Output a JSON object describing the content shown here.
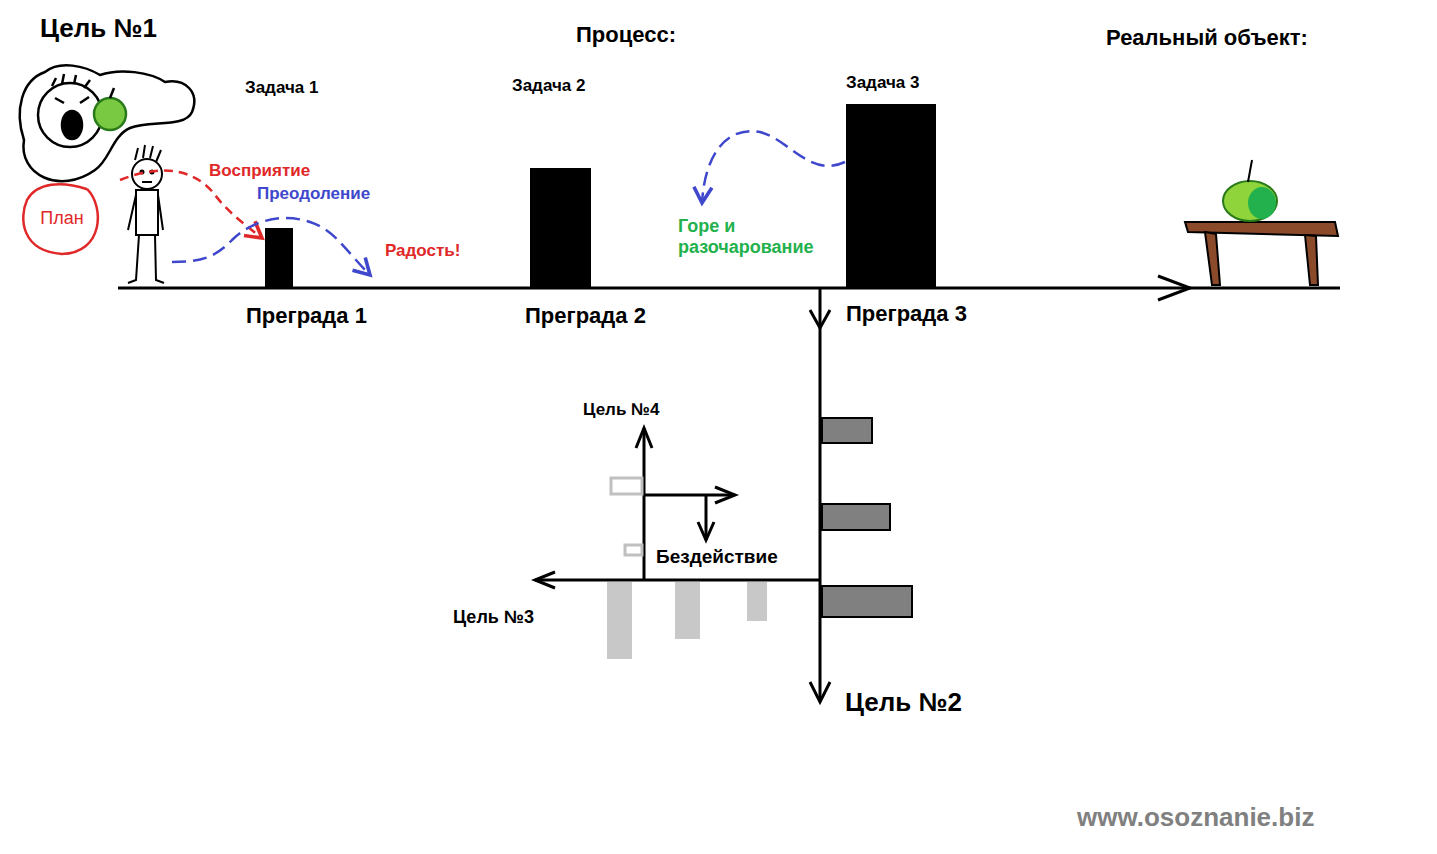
{
  "diagram": {
    "nodes": [
      {
        "text": [
          "План"
        ]
      },
      {
        "text": [
          "Задача 1",
          "Преграда 1"
        ]
      },
      {
        "text": [
          "Задача 2",
          "Преграда 2"
        ]
      },
      {
        "text": [
          "Задача 3",
          "Преграда 3"
        ]
      }
    ],
    "labels": [
      "Цель №1",
      "Процесс:",
      "Реальный объект:",
      "Восприятие",
      "Преодоление",
      "Радость!",
      "Горе и разочарование",
      "Цель №4",
      "Бездействие",
      "Цель №3",
      "Цель №2",
      "www.osoznanie.biz"
    ]
  }
}
